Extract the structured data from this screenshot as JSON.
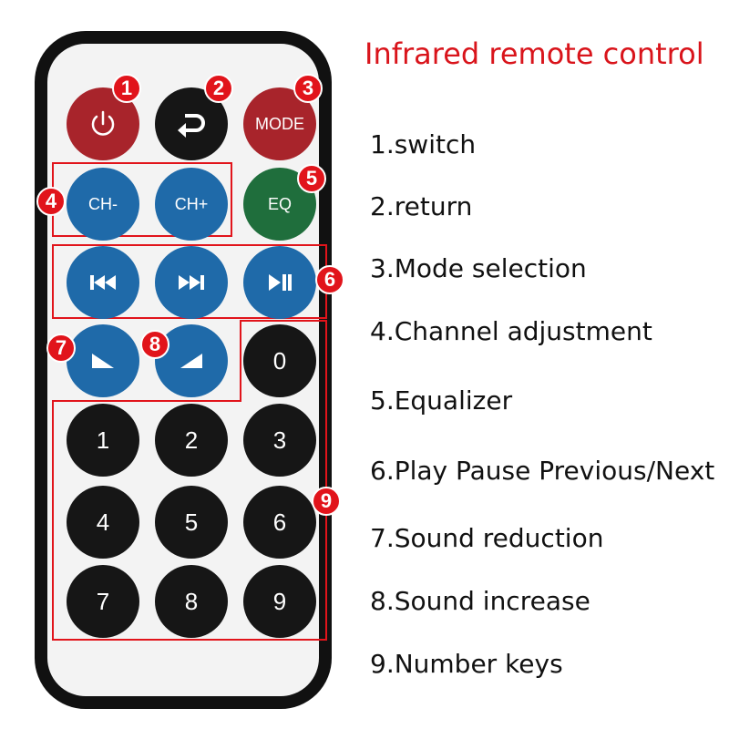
{
  "title": "Infrared remote control",
  "colors": {
    "red": "#a8242b",
    "black": "#161616",
    "blue": "#1f6aa9",
    "green": "#1f6e3c",
    "marker": "#e1141b"
  },
  "buttons": {
    "power": {
      "icon": "power-icon"
    },
    "return": {
      "icon": "return-arrow-icon"
    },
    "mode": {
      "label": "MODE"
    },
    "ch_minus": {
      "label": "CH-"
    },
    "ch_plus": {
      "label": "CH+"
    },
    "eq": {
      "label": "EQ"
    },
    "prev": {
      "icon": "previous-track-icon"
    },
    "next": {
      "icon": "next-track-icon"
    },
    "play_pause": {
      "icon": "play-pause-icon"
    },
    "vol_down": {
      "icon": "volume-down-icon"
    },
    "vol_up": {
      "icon": "volume-up-icon"
    },
    "numbers": [
      "0",
      "1",
      "2",
      "3",
      "4",
      "5",
      "6",
      "7",
      "8",
      "9"
    ]
  },
  "markers": [
    "1",
    "2",
    "3",
    "4",
    "5",
    "6",
    "7",
    "8",
    "9"
  ],
  "legend": [
    "1.switch",
    "2.return",
    "3.Mode selection",
    "4.Channel adjustment",
    "5.Equalizer",
    "6.Play Pause Previous/Next",
    "7.Sound reduction",
    "8.Sound increase",
    "9.Number keys"
  ]
}
